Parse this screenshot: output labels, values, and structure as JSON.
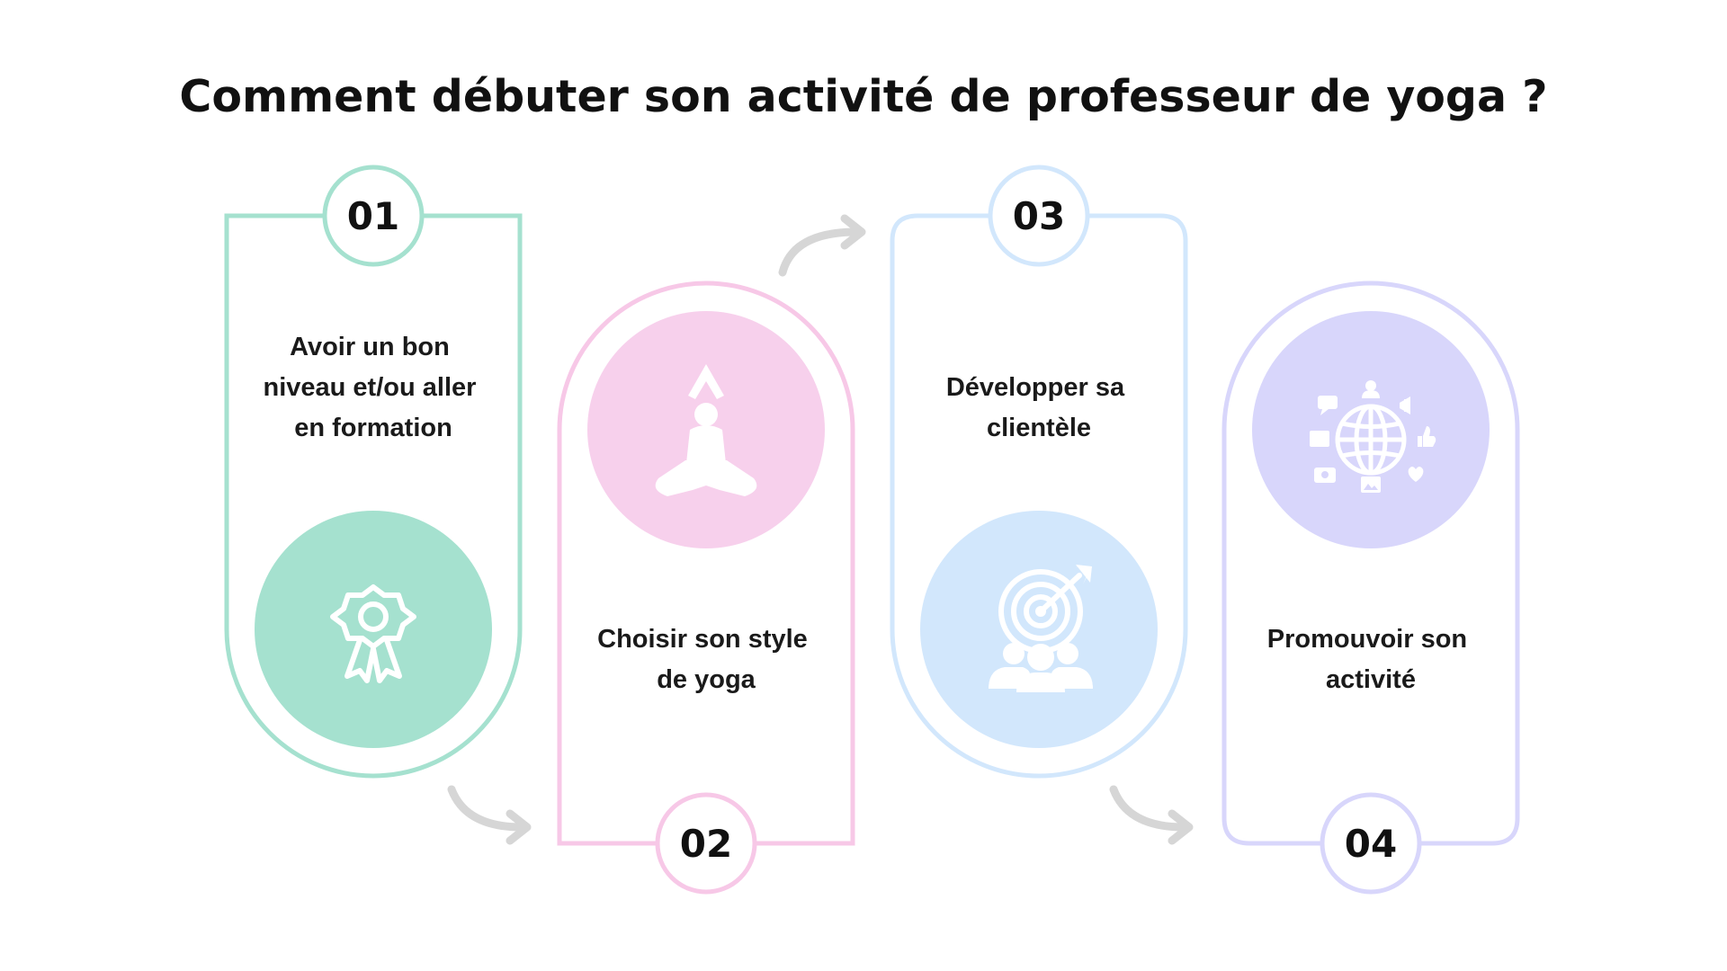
{
  "title": "Comment débuter son activité de professeur de yoga  ?",
  "steps": [
    {
      "number": "01",
      "label_lines": [
        "Avoir un bon",
        "niveau et/ou aller",
        "en formation"
      ],
      "icon": "award-ribbon-icon",
      "outline_color": "#a5e1cf",
      "fill_color": "#a5e1cf"
    },
    {
      "number": "02",
      "label_lines": [
        "Choisir son style",
        "de yoga"
      ],
      "icon": "yoga-pose-icon",
      "outline_color": "#f7c8e7",
      "fill_color": "#f7d0ec"
    },
    {
      "number": "03",
      "label_lines": [
        "Développer sa",
        "clientèle"
      ],
      "icon": "target-audience-icon",
      "outline_color": "#d2e7fc",
      "fill_color": "#d2e7fc"
    },
    {
      "number": "04",
      "label_lines": [
        "Promouvoir son",
        "activité"
      ],
      "icon": "globe-social-media-icon",
      "outline_color": "#d8d6fb",
      "fill_color": "#d8d6fb"
    }
  ],
  "arrow_color": "#d6d6d6"
}
